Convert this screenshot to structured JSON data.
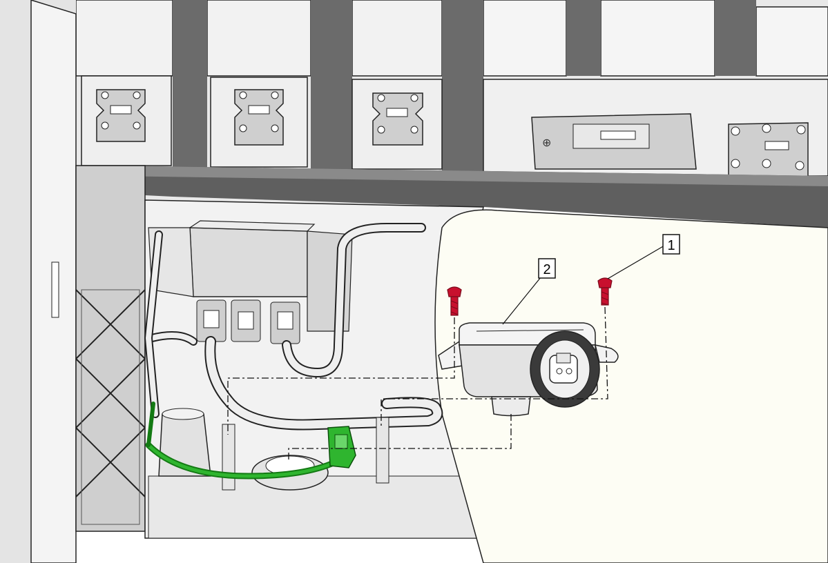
{
  "callouts": [
    {
      "id": "1",
      "label": "1",
      "target": "retaining-screws"
    },
    {
      "id": "2",
      "label": "2",
      "target": "sensor-module"
    }
  ],
  "colors": {
    "background": "#ffffff",
    "panel": "#ececec",
    "panel_light": "#f7f7f7",
    "panel_dark": "#5a5a5a",
    "panel_mid": "#a8a8a8",
    "cutout": "#fdfdf6",
    "screw": "#c8102e",
    "screw_dark": "#7a0a1b",
    "harness": "#2fb52f",
    "harness_dark": "#137a13",
    "outline": "#1a1a1a"
  },
  "icons": {
    "screw": "screw-icon",
    "connector": "electrical-connector-icon",
    "module": "sensor-module-icon"
  }
}
